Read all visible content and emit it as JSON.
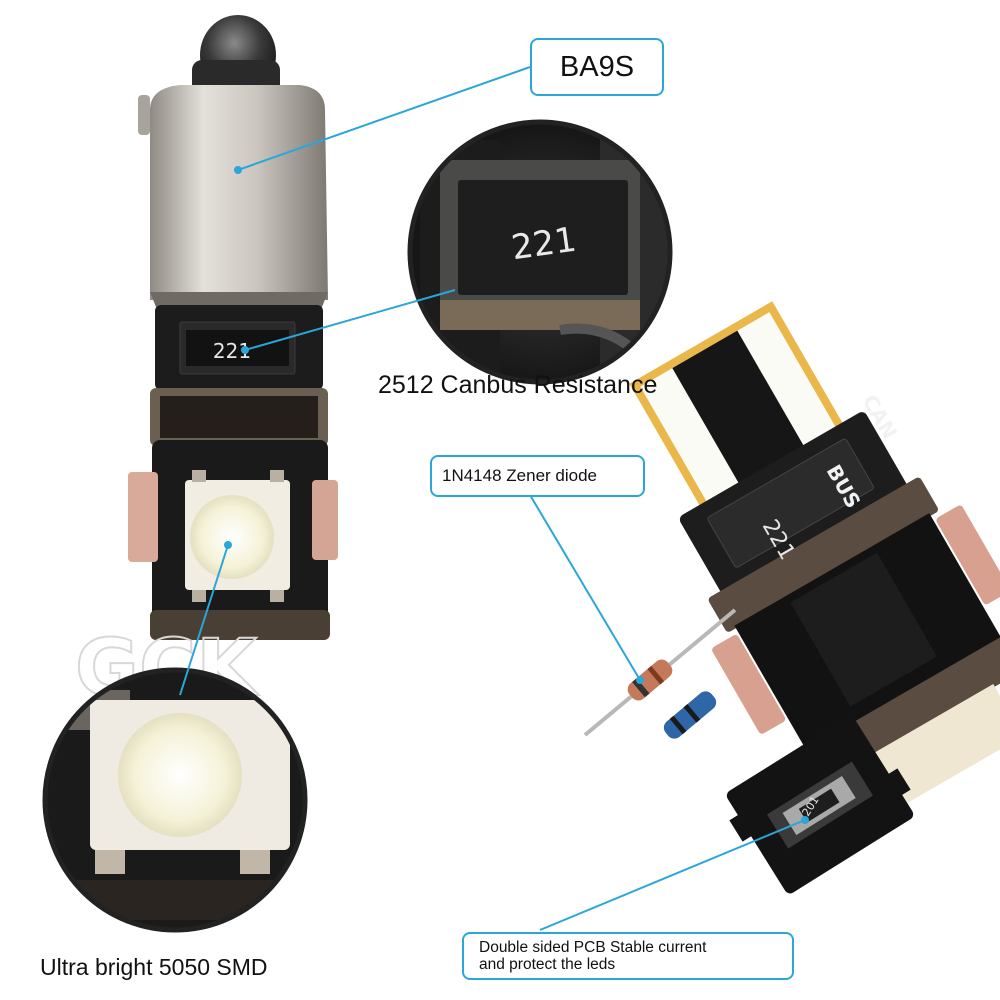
{
  "colors": {
    "accent": "#2aa6d9",
    "text": "#111111",
    "pcb": "#1a1a1a",
    "metal": "#c9c4bd",
    "led": "#f2f0dc"
  },
  "callouts": {
    "base": "BA9S",
    "resistance": "2512 Canbus Resistance",
    "diode": "1N4148 Zener diode",
    "pcb_line1": "Double sided PCB Stable current",
    "pcb_line2": "and protect the leds",
    "smd": "Ultra bright 5050 SMD"
  },
  "markings": {
    "resistor_code": "221",
    "resistor_code_small": "201",
    "canbus_line1": "CAN",
    "canbus_line2": "BUS",
    "watermark": "GCK"
  }
}
